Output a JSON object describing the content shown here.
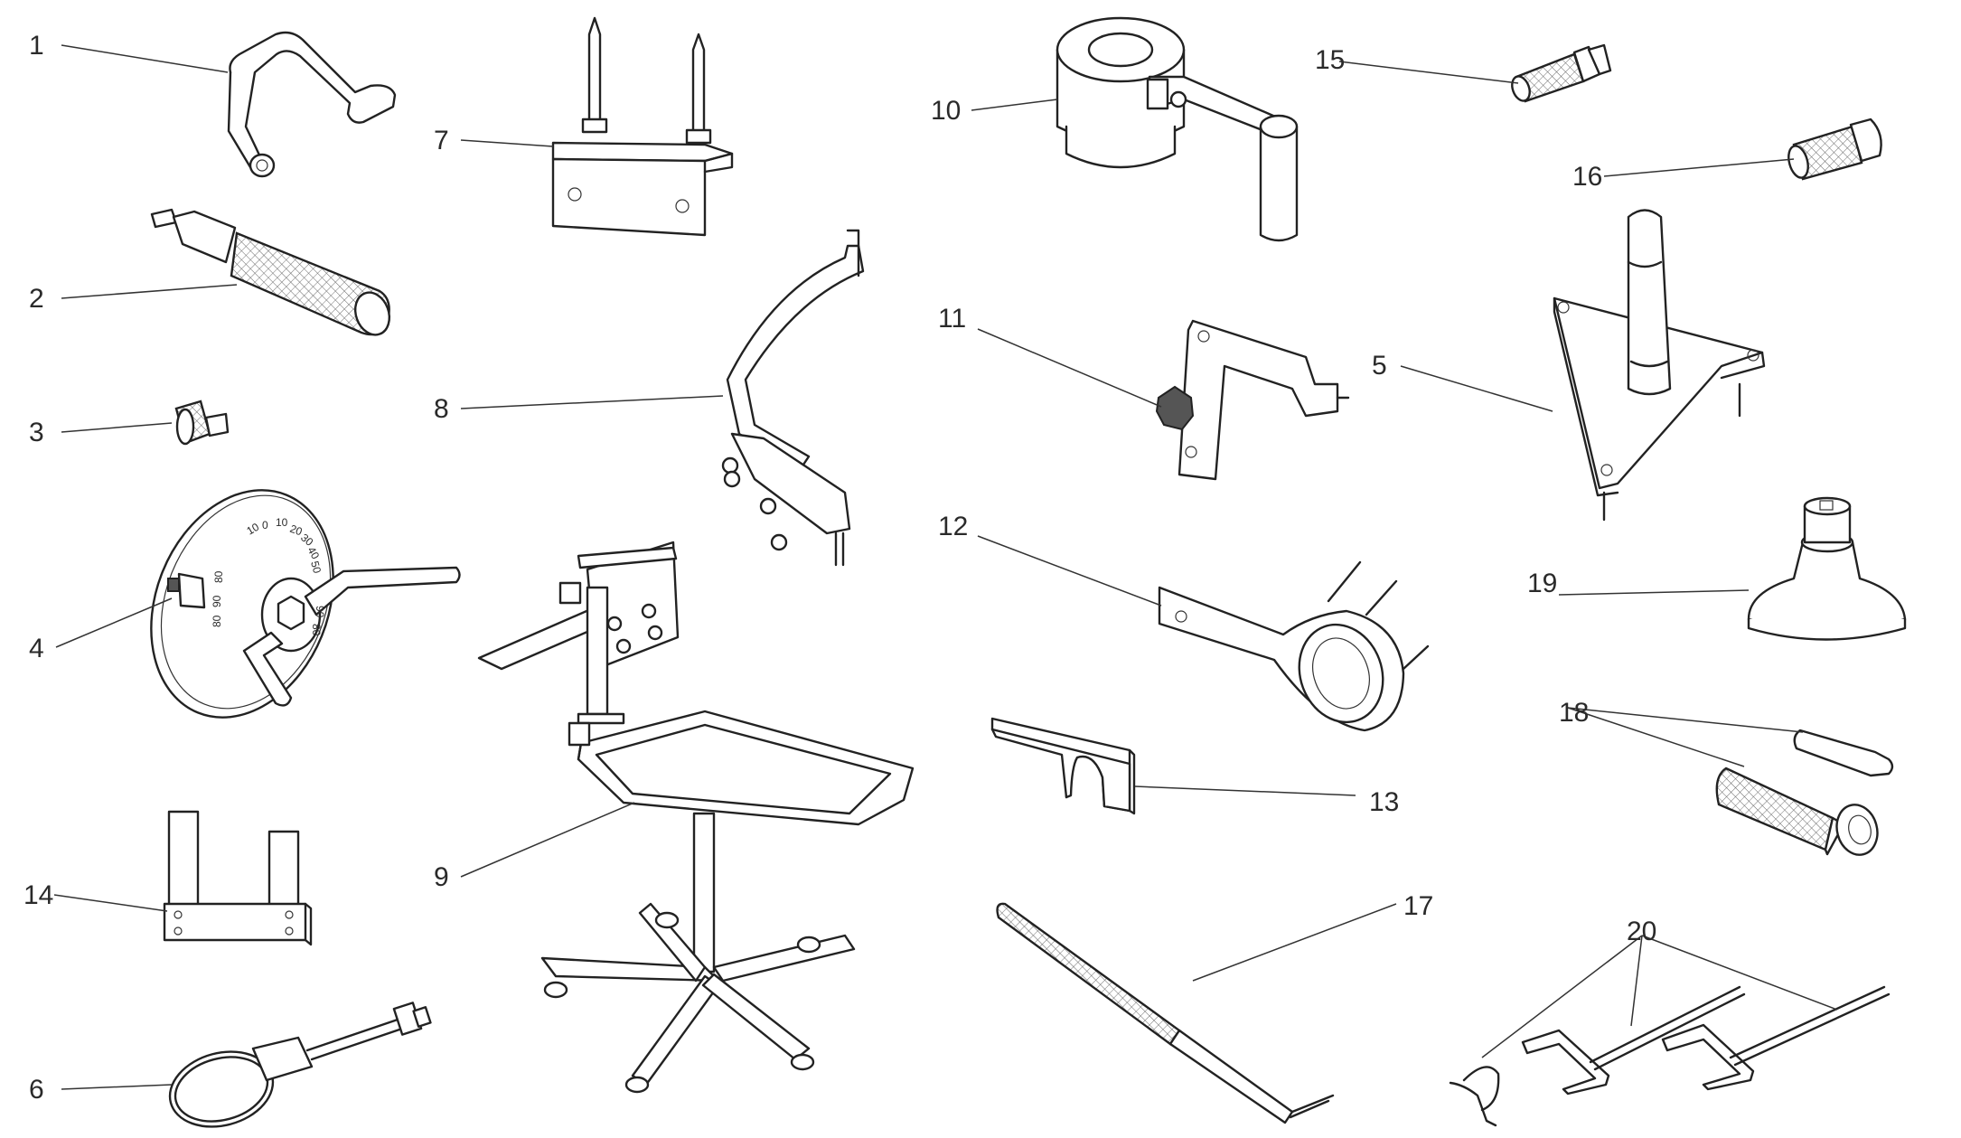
{
  "diagram": {
    "type": "parts-callout-illustration",
    "colors": {
      "line": "#222222",
      "background": "#ffffff",
      "label": "#2a2a2a"
    },
    "callouts": [
      {
        "id": "1",
        "label": "1",
        "part": "crank-hook-wrench"
      },
      {
        "id": "2",
        "label": "2",
        "part": "knurled-handle-driver"
      },
      {
        "id": "3",
        "label": "3",
        "part": "small-knurled-bush"
      },
      {
        "id": "4",
        "label": "4",
        "part": "degree-wheel-with-crank"
      },
      {
        "id": "5",
        "label": "5",
        "part": "triangular-plate-with-handle"
      },
      {
        "id": "6",
        "label": "6",
        "part": "oil-filter-strap-wrench"
      },
      {
        "id": "7",
        "label": "7",
        "part": "two-pin-bracket"
      },
      {
        "id": "8",
        "label": "8",
        "part": "curved-arc-holder"
      },
      {
        "id": "9",
        "label": "9",
        "part": "engine-stand-with-tray"
      },
      {
        "id": "10",
        "label": "10",
        "part": "flywheel-holder-with-arm"
      },
      {
        "id": "11",
        "label": "11",
        "part": "bracket-with-knob"
      },
      {
        "id": "12",
        "label": "12",
        "part": "ring-spanner-with-pins"
      },
      {
        "id": "13",
        "label": "13",
        "part": "slotted-plate"
      },
      {
        "id": "14",
        "label": "14",
        "part": "alignment-gauge"
      },
      {
        "id": "15",
        "label": "15",
        "part": "knurled-threaded-pin"
      },
      {
        "id": "16",
        "label": "16",
        "part": "knurled-sleeve"
      },
      {
        "id": "17",
        "label": "17",
        "part": "long-knurled-rod"
      },
      {
        "id": "18",
        "label": "18",
        "part": "pin-and-knurled-driver-set"
      },
      {
        "id": "19",
        "label": "19",
        "part": "bell-shaped-base"
      },
      {
        "id": "20",
        "label": "20",
        "part": "fork-tool-set"
      }
    ],
    "dial_scale_labels": [
      "10",
      "0",
      "10",
      "20",
      "30",
      "40",
      "50",
      "80",
      "90",
      "80",
      "90",
      "80"
    ]
  }
}
